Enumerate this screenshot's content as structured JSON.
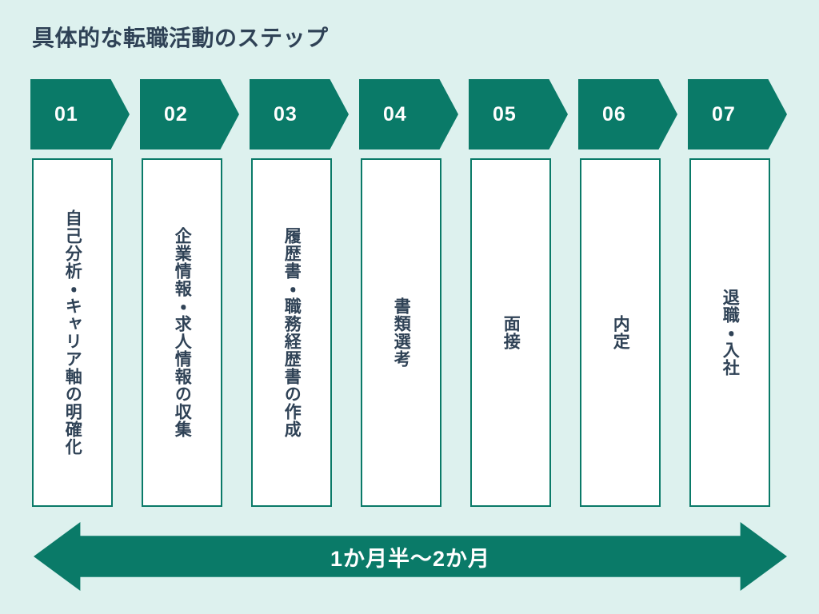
{
  "slide": {
    "title": "具体的な転職活動のステップ",
    "background_color": "#ddf1ee",
    "accent_color": "#0a7a68",
    "title_color": "#2f4256",
    "card_background": "#ffffff"
  },
  "steps": [
    {
      "number": "01",
      "label": "自己分析・キャリア軸の明確化"
    },
    {
      "number": "02",
      "label": "企業情報・求人情報の収集"
    },
    {
      "number": "03",
      "label": "履歴書・職務経歴書の作成"
    },
    {
      "number": "04",
      "label": "書類選考"
    },
    {
      "number": "05",
      "label": "面接"
    },
    {
      "number": "06",
      "label": "内定"
    },
    {
      "number": "07",
      "label": "退職・入社"
    }
  ],
  "duration": {
    "label": "1か月半〜2か月",
    "icon": "double-arrow-icon"
  }
}
